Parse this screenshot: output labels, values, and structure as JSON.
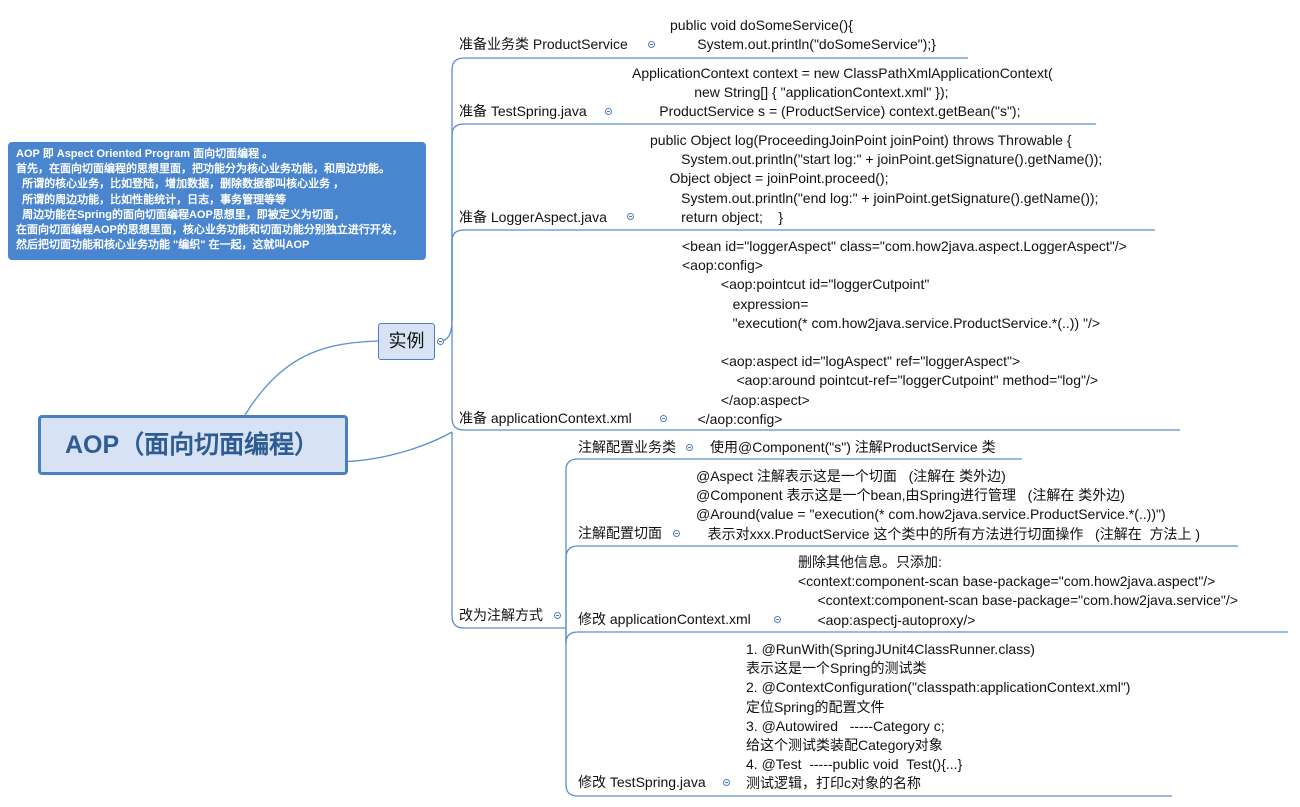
{
  "note": "AOP 即 Aspect Oriented Program 面向切面编程 。\n首先，在面向切面编程的思想里面，把功能分为核心业务功能，和周边功能。\n  所谓的核心业务，比如登陆，增加数据，删除数据都叫核心业务 ，\n  所谓的周边功能，比如性能统计，日志，事务管理等等\n  周边功能在Spring的面向切面编程AOP思想里，即被定义为切面，\n在面向切面编程AOP的思想里面，核心业务功能和切面功能分别独立进行开发，\n然后把切面功能和核心业务功能 \"编织\" 在一起，这就叫AOP",
  "root": "AOP（面向切面编程）",
  "example": {
    "title": "实例",
    "items": [
      {
        "label": "准备业务类 ProductService",
        "detail": "public void doSomeService(){\n       System.out.println(\"doSomeService\");}"
      },
      {
        "label": "准备 TestSpring.java",
        "detail": "ApplicationContext context = new ClassPathXmlApplicationContext(\n                new String[] { \"applicationContext.xml\" });\n       ProductService s = (ProductService) context.getBean(\"s\");"
      },
      {
        "label": "准备 LoggerAspect.java",
        "detail": "public Object log(ProceedingJoinPoint joinPoint) throws Throwable {\n        System.out.println(\"start log:\" + joinPoint.getSignature().getName());\n     Object object = joinPoint.proceed();\n        System.out.println(\"end log:\" + joinPoint.getSignature().getName());\n        return object;    }"
      },
      {
        "label": "准备 applicationContext.xml",
        "detail": "<bean id=\"loggerAspect\" class=\"com.how2java.aspect.LoggerAspect\"/>\n<aop:config>\n          <aop:pointcut id=\"loggerCutpoint\"\n             expression=\n             \"execution(* com.how2java.service.ProductService.*(..)) \"/>\n\n          <aop:aspect id=\"logAspect\" ref=\"loggerAspect\">\n              <aop:around pointcut-ref=\"loggerCutpoint\" method=\"log\"/>\n          </aop:aspect>\n    </aop:config>"
      }
    ]
  },
  "annotation": {
    "title": "改为注解方式",
    "items": [
      {
        "label": "注解配置业务类",
        "detail": "使用@Component(\"s\") 注解ProductService 类"
      },
      {
        "label": "注解配置切面",
        "detail": "@Aspect 注解表示这是一个切面   (注解在 类外边)\n@Component 表示这是一个bean,由Spring进行管理   (注解在 类外边)\n@Around(value = \"execution(* com.how2java.service.ProductService.*(..))\")\n   表示对xxx.ProductService 这个类中的所有方法进行切面操作   (注解在  方法上 )"
      },
      {
        "label": "修改 applicationContext.xml",
        "detail": "删除其他信息。只添加:\n<context:component-scan base-package=\"com.how2java.aspect\"/>\n     <context:component-scan base-package=\"com.how2java.service\"/>\n     <aop:aspectj-autoproxy/>"
      },
      {
        "label": "修改 TestSpring.java",
        "detail": "1. @RunWith(SpringJUnit4ClassRunner.class)\n表示这是一个Spring的测试类\n2. @ContextConfiguration(\"classpath:applicationContext.xml\")\n定位Spring的配置文件\n3. @Autowired   -----Category c;\n给这个测试类装配Category对象\n4. @Test  -----public void  Test(){...}\n测试逻辑，打印c对象的名称"
      }
    ]
  }
}
